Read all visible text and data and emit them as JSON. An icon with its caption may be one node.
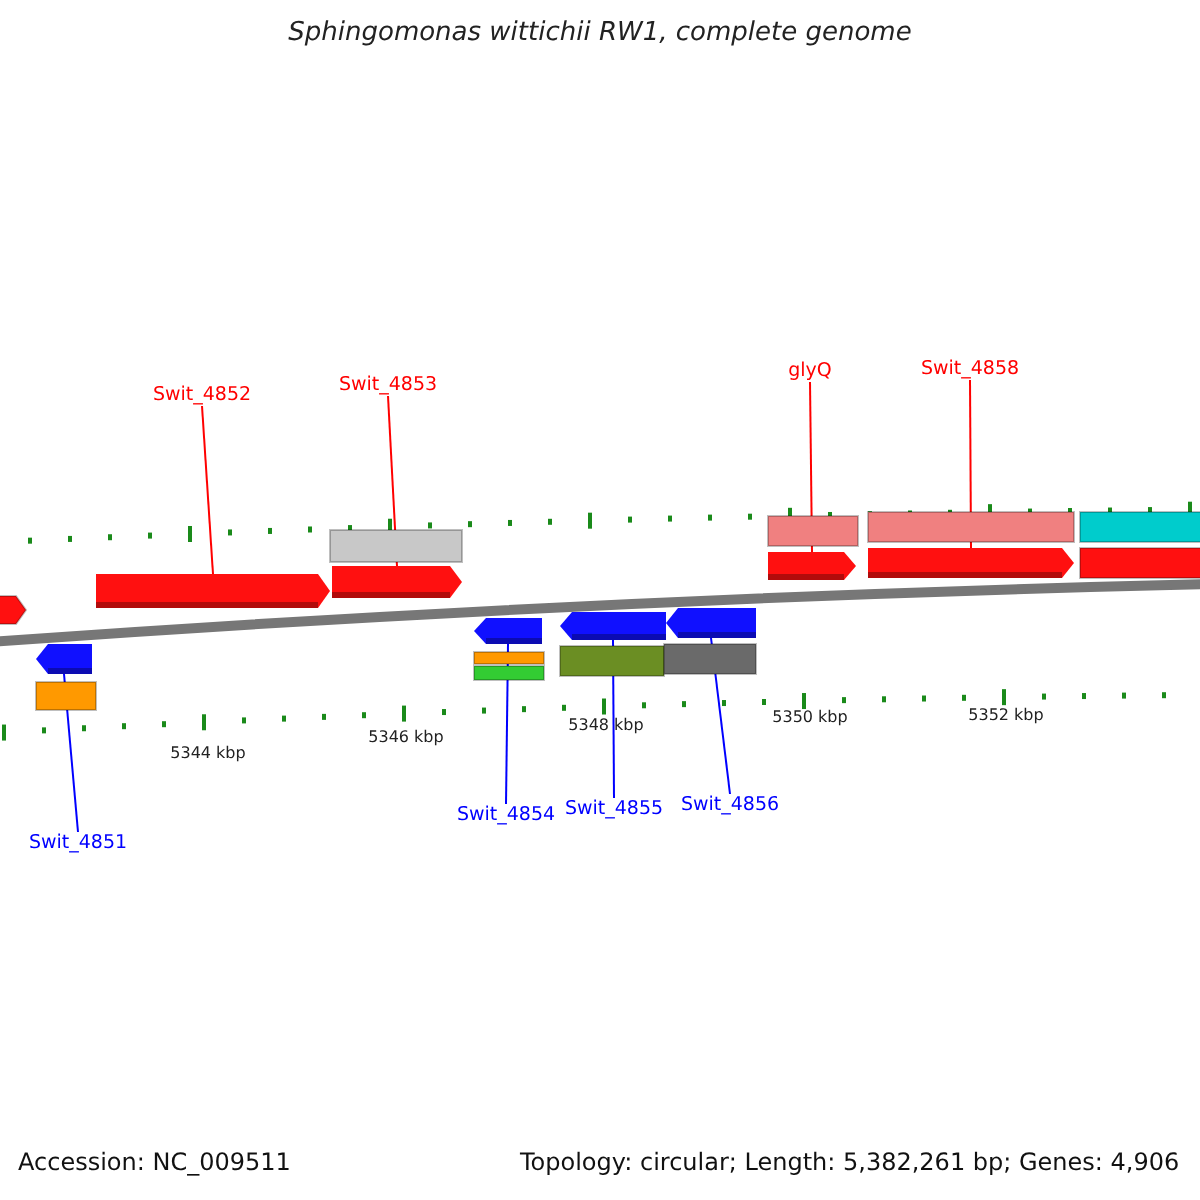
{
  "diagram": {
    "title": "Sphingomonas wittichii RW1, complete genome",
    "nodes": [
      {
        "text": [
          "Swit_4852"
        ]
      },
      {
        "text": [
          "Swit_4853"
        ]
      },
      {
        "text": [
          "glyQ"
        ]
      },
      {
        "text": [
          "Swit_4858"
        ]
      },
      {
        "text": [
          "Swit_4851"
        ]
      },
      {
        "text": [
          "Swit_4854"
        ]
      },
      {
        "text": [
          "Swit_4855"
        ]
      },
      {
        "text": [
          "Swit_4856"
        ]
      },
      {
        "text": [],
        "shape": "bar"
      },
      {
        "text": [],
        "shape": "bar"
      },
      {
        "text": [],
        "shape": "bar"
      },
      {
        "text": [],
        "shape": "bar"
      },
      {
        "text": [],
        "shape": "bar"
      },
      {
        "text": [],
        "shape": "bar"
      },
      {
        "text": [],
        "shape": "bar"
      },
      {
        "text": [],
        "shape": "bar"
      }
    ],
    "edges": [
      {
        "from": 0,
        "to": 9,
        "arrow": "none",
        "color": "#ff0000"
      },
      {
        "from": 1,
        "to": 10,
        "arrow": "none",
        "color": "#ff0000"
      },
      {
        "from": 2,
        "to": 14,
        "arrow": "none",
        "color": "#ff0000"
      },
      {
        "from": 3,
        "to": 15,
        "arrow": "none",
        "color": "#ff0000"
      },
      {
        "from": 4,
        "to": 8,
        "arrow": "none",
        "color": "#0000ff"
      },
      {
        "from": 5,
        "to": 11,
        "arrow": "none",
        "color": "#0000ff"
      },
      {
        "from": 6,
        "to": 12,
        "arrow": "none",
        "color": "#0000ff"
      },
      {
        "from": 7,
        "to": 13,
        "arrow": "none",
        "color": "#0000ff"
      }
    ],
    "labels": [
      "5344 kbp",
      "5346 kbp",
      "5348 kbp",
      "5350 kbp",
      "5352 kbp",
      "Accession: NC_009511",
      "Topology: circular; Length: 5,382,261 bp; Genes: 4,906"
    ]
  }
}
